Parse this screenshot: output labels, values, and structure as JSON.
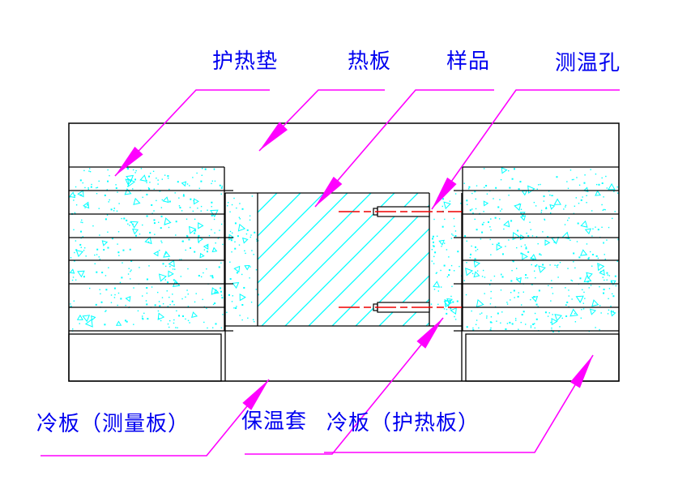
{
  "drawing_title": "",
  "labels": {
    "top": [
      {
        "id": "guard-heater-pad",
        "text": "护热垫"
      },
      {
        "id": "hot-plate",
        "text": "热板"
      },
      {
        "id": "sample",
        "text": "样品"
      },
      {
        "id": "temp-measure-hole",
        "text": "测温孔"
      }
    ],
    "bottom": [
      {
        "id": "cold-plate-measuring",
        "text": "冷板（测量板）"
      },
      {
        "id": "insulation-jacket",
        "text": "保温套"
      },
      {
        "id": "cold-plate-guard",
        "text": "冷板（护热板）"
      }
    ]
  },
  "colors": {
    "background": "#ffffff",
    "line": "#000000",
    "text": "#0000f0",
    "leader": "#ff00ff",
    "hatch": "#00ffff",
    "stipple": "#00ffff",
    "centerline": "#ee0000"
  }
}
